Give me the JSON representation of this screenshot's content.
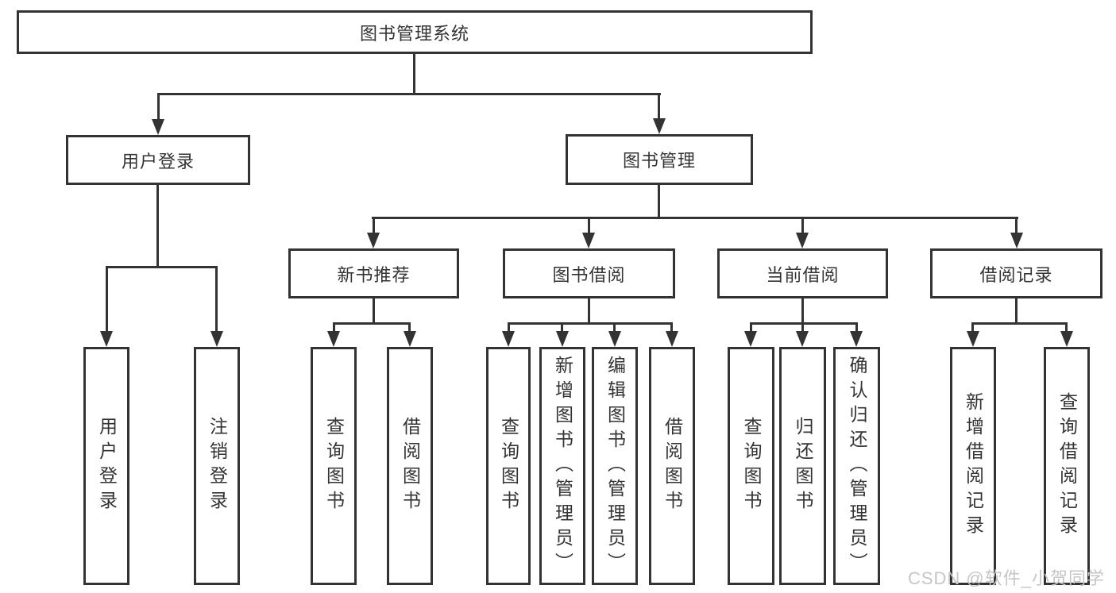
{
  "nodes": {
    "root": "图书管理系统",
    "user_login": "用户登录",
    "book_management": "图书管理",
    "new_book_recommend": "新书推荐",
    "book_borrow": "图书借阅",
    "current_borrow": "当前借阅",
    "borrow_records": "借阅记录",
    "leaf_user_login": "用户登录",
    "leaf_logout": "注销登录",
    "leaf_nbr_query": "查询图书",
    "leaf_nbr_borrow": "借阅图书",
    "leaf_bb_query": "查询图书",
    "leaf_bb_add": "新增图书（管理员）",
    "leaf_bb_edit": "编辑图书（管理员）",
    "leaf_bb_borrow": "借阅图书",
    "leaf_cb_query": "查询图书",
    "leaf_cb_return": "归还图书",
    "leaf_cb_confirm": "确认归还（管理员）",
    "leaf_br_add": "新增借阅记录",
    "leaf_br_query": "查询借阅记录"
  },
  "watermark": "CSDN @软件_小贺同学",
  "colors": {
    "line": "#333333",
    "text": "#333333",
    "watermark": "#c6c6c6",
    "background": "#ffffff"
  }
}
